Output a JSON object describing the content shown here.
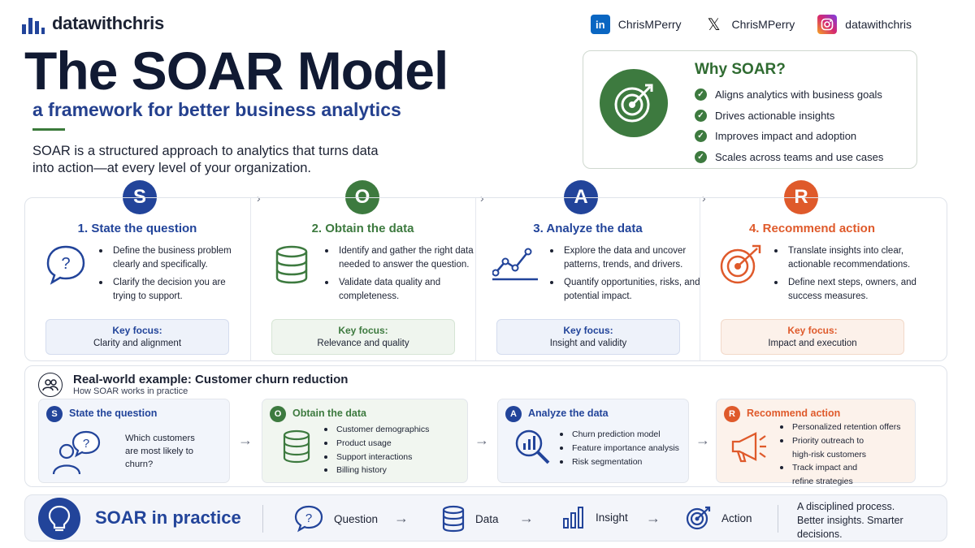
{
  "brand": {
    "name": "datawithchris"
  },
  "socials": [
    {
      "icon": "linkedin-icon",
      "handle": "ChrisMPerry",
      "color": "#0a66c2"
    },
    {
      "icon": "x-icon",
      "handle": "ChrisMPerry",
      "color": "#111111"
    },
    {
      "icon": "instagram-icon",
      "handle": "datawithchris",
      "color": "#d6286f"
    }
  ],
  "hero": {
    "title": "The SOAR Model",
    "subtitle": "a framework for better business analytics",
    "intro": "SOAR is a structured approach to analytics that turns data into action—at every level of your organization."
  },
  "why": {
    "title": "Why SOAR?",
    "items": [
      "Aligns analytics with business goals",
      "Drives actionable insights",
      "Improves impact and adoption",
      "Scales across teams and use cases"
    ]
  },
  "steps": [
    {
      "letter": "S",
      "title": "1. State the question",
      "color": "#22449a",
      "icon": "question-bubble-icon",
      "bullets": [
        "Define the business problem clearly and specifically.",
        "Clarify the decision you are trying to support."
      ],
      "focus_label": "Key focus:",
      "focus_value": "Clarity and alignment",
      "focus_bg": "#eef2fa"
    },
    {
      "letter": "O",
      "title": "2. Obtain the data",
      "color": "#3d7a3f",
      "icon": "database-icon",
      "bullets": [
        "Identify and gather the right data needed to answer the question.",
        "Validate data quality and completeness."
      ],
      "focus_label": "Key focus:",
      "focus_value": "Relevance and quality",
      "focus_bg": "#eff5ee"
    },
    {
      "letter": "A",
      "title": "3. Analyze the data",
      "color": "#22449a",
      "icon": "line-chart-icon",
      "bullets": [
        "Explore the data and uncover patterns, trends, and drivers.",
        "Quantify opportunities, risks, and potential impact."
      ],
      "focus_label": "Key focus:",
      "focus_value": "Insight and validity",
      "focus_bg": "#eef2fa"
    },
    {
      "letter": "R",
      "title": "4. Recommend action",
      "color": "#df5a2b",
      "icon": "target-icon",
      "bullets": [
        "Translate insights into clear, actionable recommendations.",
        "Define next steps, owners, and success measures."
      ],
      "focus_label": "Key focus:",
      "focus_value": "Impact and execution",
      "focus_bg": "#fcf1ea"
    }
  ],
  "example": {
    "title": "Real-world example:  Customer churn reduction",
    "subtitle": "How SOAR works in practice",
    "cards": [
      {
        "letter": "S",
        "title": "State the question",
        "color": "#22449a",
        "text": "Which customers are most likely to churn?"
      },
      {
        "letter": "O",
        "title": "Obtain the data",
        "color": "#3d7a3f",
        "items": [
          "Customer demographics",
          "Product usage",
          "Support interactions",
          "Billing history"
        ]
      },
      {
        "letter": "A",
        "title": "Analyze the data",
        "color": "#22449a",
        "items": [
          "Churn prediction model",
          "Feature importance analysis",
          "Risk segmentation"
        ]
      },
      {
        "letter": "R",
        "title": "Recommend action",
        "color": "#df5a2b",
        "items": [
          "Personalized retention offers",
          "Priority outreach to high-risk customers",
          "Track impact and refine strategies"
        ]
      }
    ]
  },
  "practice": {
    "title": "SOAR in practice",
    "flow": [
      "Question",
      "Data",
      "Insight",
      "Action"
    ],
    "tagline": "A disciplined process. Better insights. Smarter decisions."
  }
}
